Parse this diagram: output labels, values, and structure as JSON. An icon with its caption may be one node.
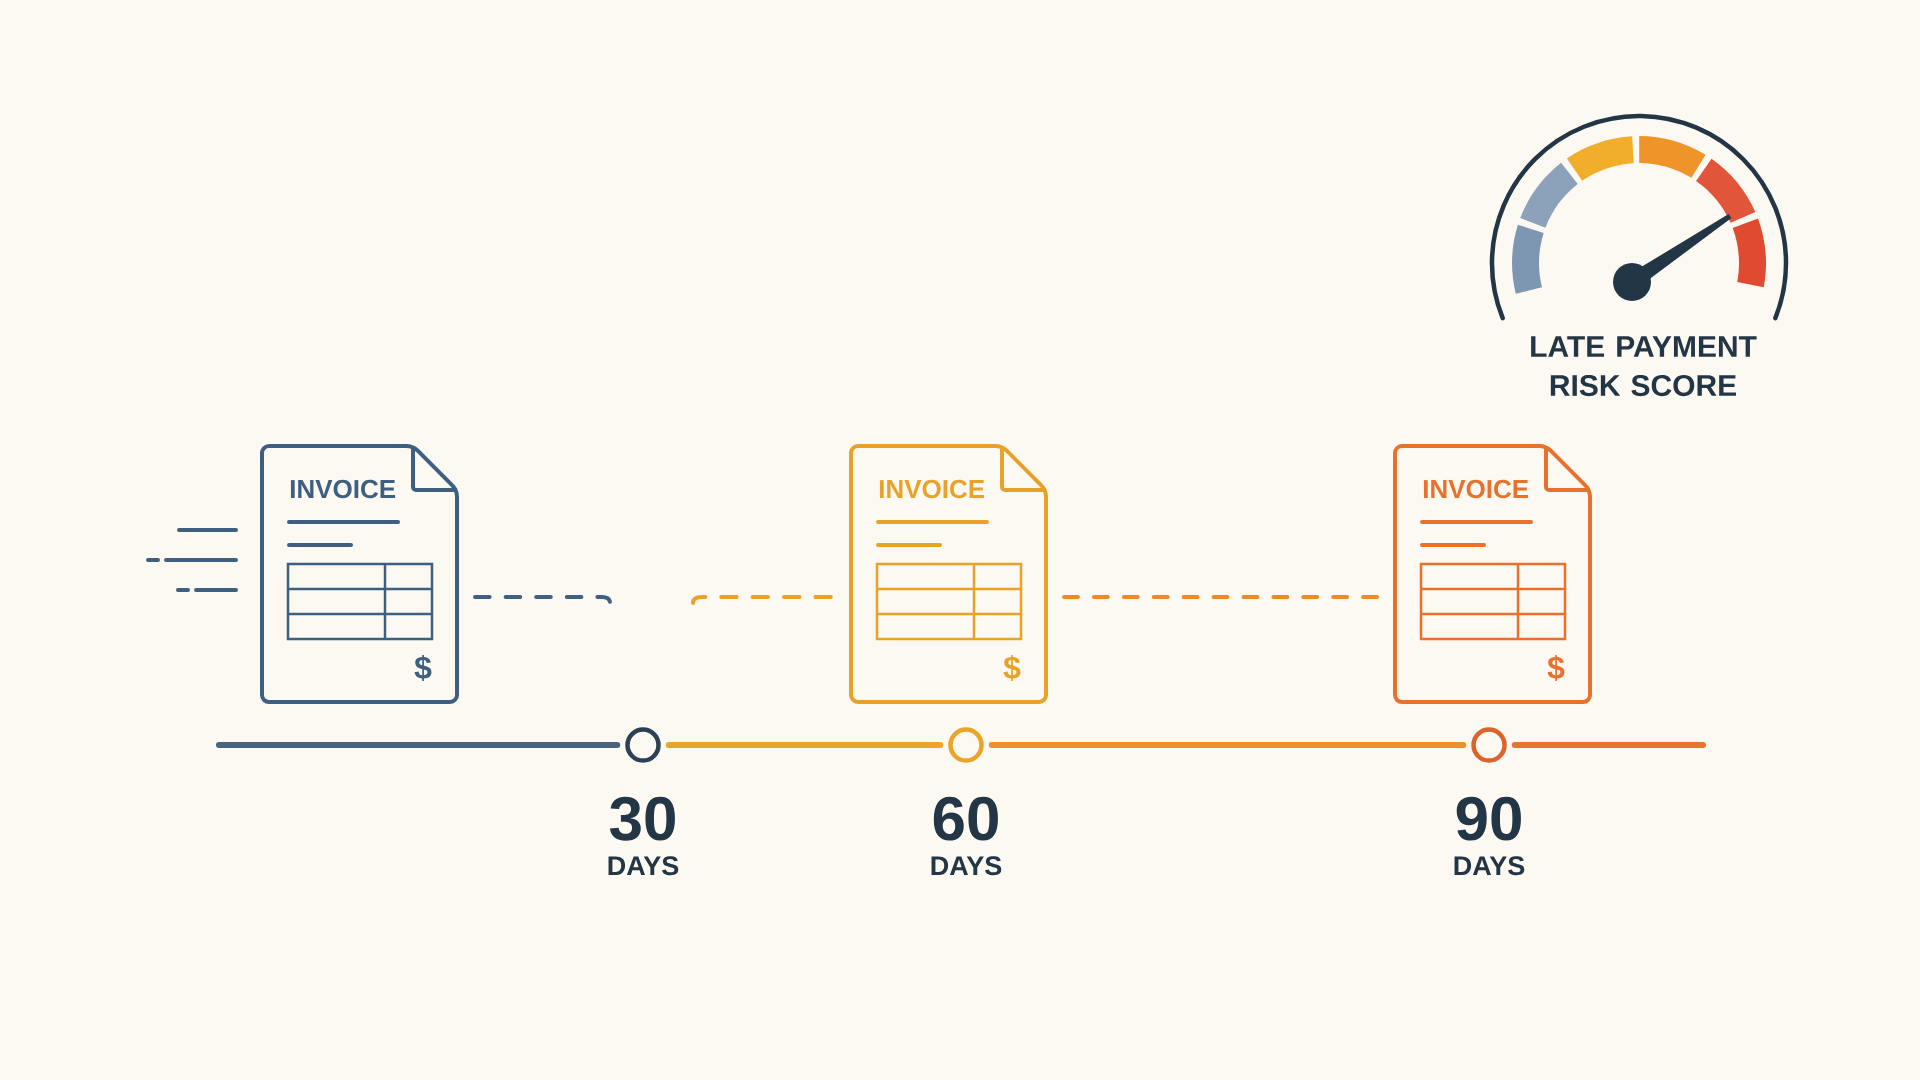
{
  "diagram": {
    "nodes": [
      {
        "text": [
          "INVOICE",
          "$"
        ]
      },
      {
        "text": [
          "INVOICE",
          "$"
        ]
      },
      {
        "text": [
          "INVOICE",
          "$"
        ]
      },
      {
        "text": [],
        "shape": "circle",
        "beside": [
          "30",
          "DAYS"
        ]
      },
      {
        "text": [],
        "shape": "circle",
        "beside": [
          "60",
          "DAYS"
        ]
      },
      {
        "text": [],
        "shape": "circle",
        "beside": [
          "90",
          "DAYS"
        ]
      }
    ],
    "edges": [
      {
        "from": 0,
        "to": null,
        "arrow": "none",
        "style": "dashed",
        "color": "#3f6080"
      },
      {
        "from": null,
        "to": 1,
        "arrow": "none",
        "style": "dashed",
        "color": "#e9a12a"
      },
      {
        "from": 1,
        "to": 2,
        "arrow": "none",
        "style": "dashed",
        "color": "#ec8a2b"
      },
      {
        "from": null,
        "to": 3,
        "arrow": "none",
        "color": "#46637f"
      },
      {
        "from": 3,
        "to": 4,
        "arrow": "none",
        "color": "#eca52a"
      },
      {
        "from": 4,
        "to": 5,
        "arrow": "none",
        "color": "#ec8e2a"
      },
      {
        "from": 5,
        "to": null,
        "arrow": "none",
        "color": "#e8752b"
      }
    ],
    "labels": [
      "LATE PAYMENT RISK SCORE"
    ]
  }
}
